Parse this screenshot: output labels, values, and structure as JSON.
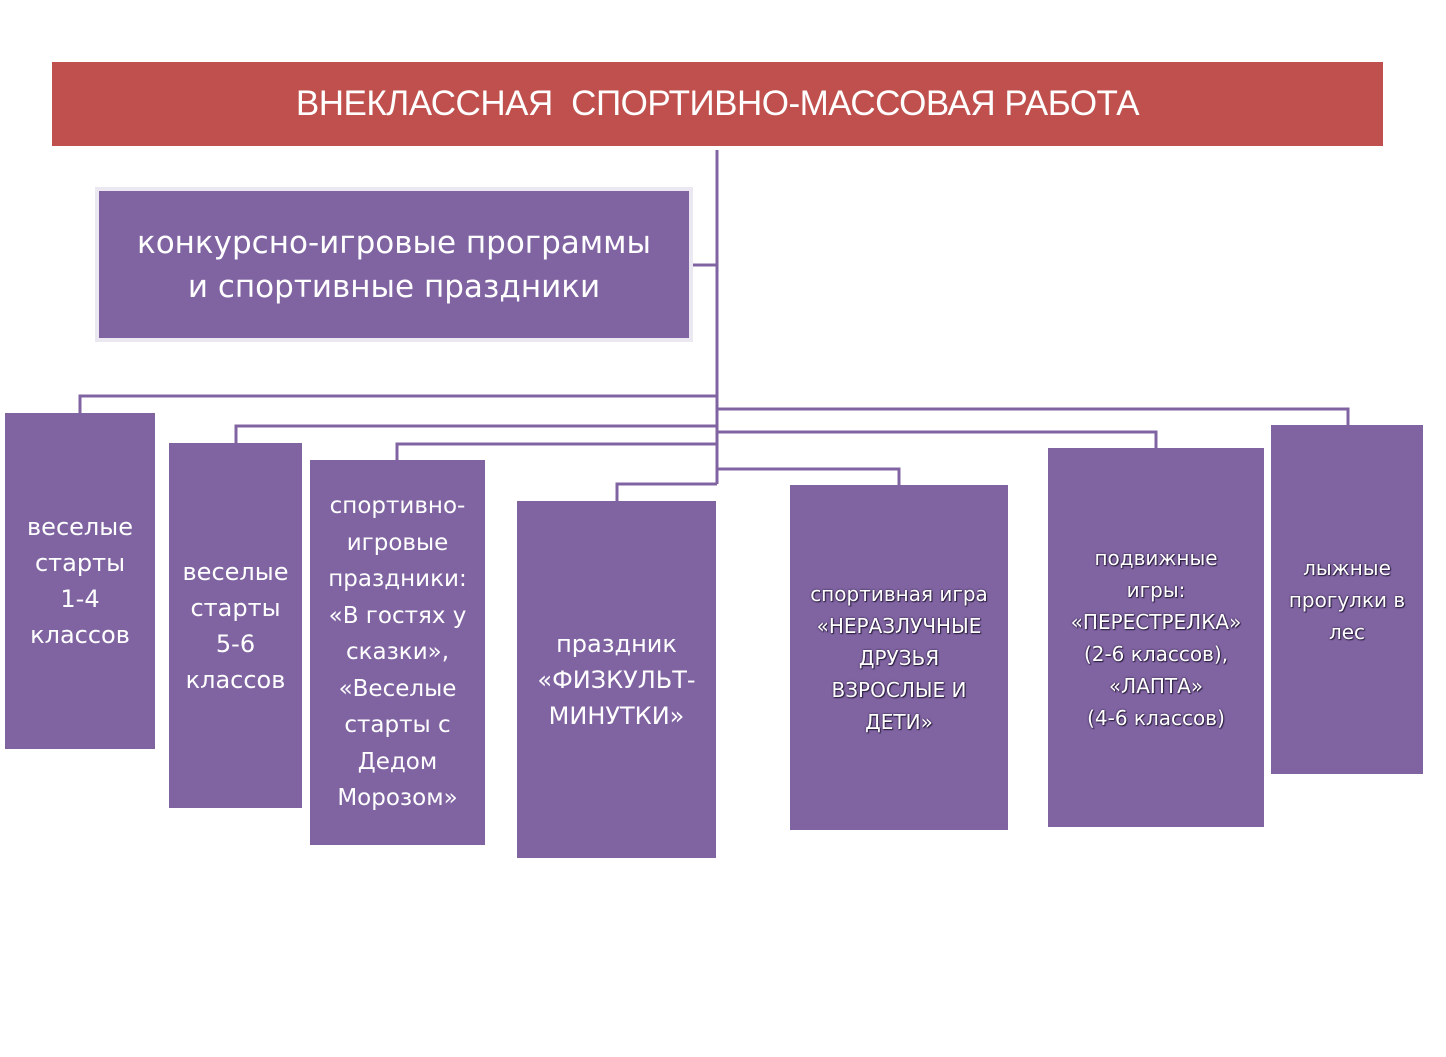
{
  "title": "ВНЕКЛАССНАЯ  СПОРТИВНО-МАССОВАЯ РАБОТА",
  "subheading": "конкурсно-игровые программы\nи спортивные праздники",
  "colors": {
    "title_bar": "#c0504d",
    "box": "#8064a2",
    "text": "#ffffff"
  },
  "nodes": [
    {
      "label": "веселые\nстарты\n1-4\nклассов"
    },
    {
      "label": "веселые\nстарты\n5-6\nклассов"
    },
    {
      "label": "спортивно-\nигровые\nпраздники:\n«В гостях у\nсказки»,\n«Веселые\nстарты с\nДедом\nМорозом»"
    },
    {
      "label": "праздник\n«ФИЗКУЛЬТ-\nМИНУТКИ»"
    },
    {
      "label": "спортивная игра\n«НЕРАЗЛУЧНЫЕ\nДРУЗЬЯ\nВЗРОСЛЫЕ И\nДЕТИ»"
    },
    {
      "label": "подвижные\nигры:\n«ПЕРЕСТРЕЛКА»\n(2-6 классов),\n«ЛАПТА»\n(4-6 классов)"
    },
    {
      "label": "лыжные\nпрогулки в\nлес"
    }
  ]
}
